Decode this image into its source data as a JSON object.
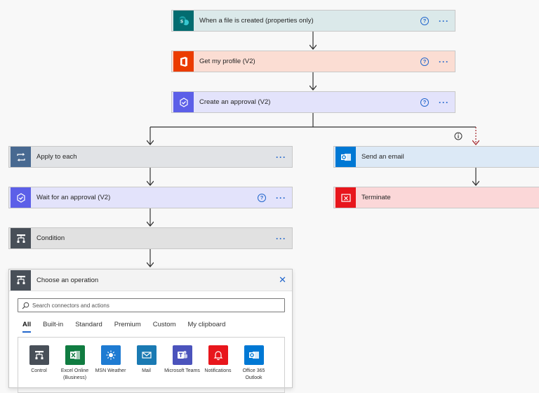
{
  "flow": {
    "trigger": {
      "title": "When a file is created (properties only)",
      "color": "#036c70"
    },
    "profile": {
      "title": "Get my profile (V2)",
      "color": "#eb3c00"
    },
    "approval": {
      "title": "Create an approval (V2)",
      "color": "#5c5fe8"
    },
    "apply_each": {
      "title": "Apply to each",
      "color": "#486991"
    },
    "wait": {
      "title": "Wait for an approval (V2)",
      "color": "#5c5fe8"
    },
    "condition": {
      "title": "Condition",
      "color": "#484f58"
    },
    "send_email": {
      "title": "Send an email",
      "color": "#0078d4"
    },
    "terminate": {
      "title": "Terminate",
      "color": "#e8161c"
    }
  },
  "panel": {
    "title": "Choose an operation",
    "search_placeholder": "Search connectors and actions",
    "tabs": [
      "All",
      "Built-in",
      "Standard",
      "Premium",
      "Custom",
      "My clipboard"
    ],
    "active_tab": "All",
    "connectors": [
      {
        "name": "Control",
        "color": "#484f58",
        "icon": "control-icon"
      },
      {
        "name": "Excel Online (Business)",
        "color": "#107c41",
        "icon": "excel-icon"
      },
      {
        "name": "MSN Weather",
        "color": "#1e7bd2",
        "icon": "weather-icon"
      },
      {
        "name": "Mail",
        "color": "#1a7ab3",
        "icon": "mail-icon"
      },
      {
        "name": "Microsoft Teams",
        "color": "#4b53bc",
        "icon": "teams-icon"
      },
      {
        "name": "Notifications",
        "color": "#e8161c",
        "icon": "bell-icon"
      },
      {
        "name": "Office 365 Outlook",
        "color": "#0078d4",
        "icon": "outlook-icon"
      }
    ]
  }
}
